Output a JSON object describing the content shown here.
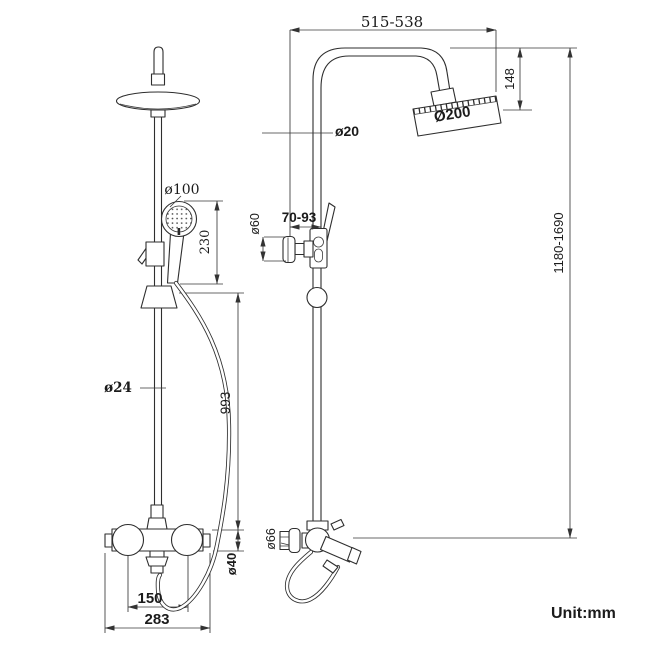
{
  "drawing": {
    "unit_label": "Unit:mm",
    "dims": {
      "top_width": "515-538",
      "head_drop": "148",
      "pipe_diameter": "ø20",
      "rain_head_diameter": "Ø200",
      "hand_shower_diameter": "ø100",
      "hand_shower_length": "230",
      "wall_clearance": "70-93",
      "wall_bracket_diameter": "ø60",
      "overall_height": "1180-1690",
      "riser_diameter": "ø24",
      "riser_length": "993",
      "valve_end_diameter": "ø66",
      "valve_body_diameter": "ø40",
      "inlet_centres": "150",
      "valve_width": "283"
    }
  }
}
